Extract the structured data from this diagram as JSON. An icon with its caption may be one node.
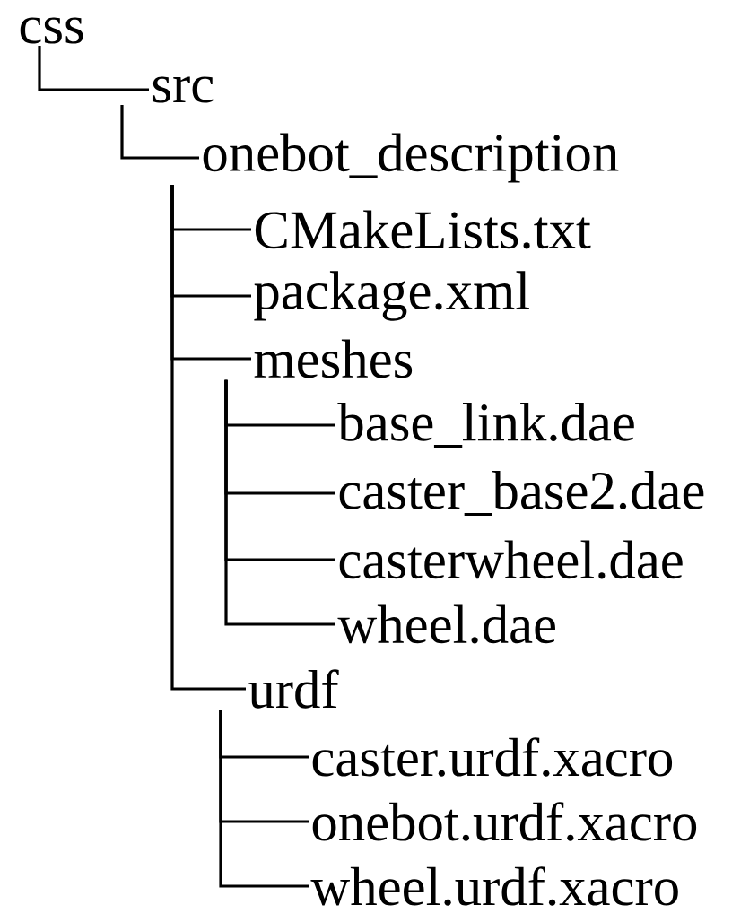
{
  "diagram": {
    "nodes": [
      {
        "text": [
          "css"
        ]
      },
      {
        "text": [
          "src"
        ]
      },
      {
        "text": [
          "onebot_description"
        ]
      },
      {
        "text": [
          "CMakeLists.txt"
        ]
      },
      {
        "text": [
          "package.xml"
        ]
      },
      {
        "text": [
          "meshes"
        ]
      },
      {
        "text": [
          "base_link.dae"
        ]
      },
      {
        "text": [
          "caster_base2.dae"
        ]
      },
      {
        "text": [
          "casterwheel.dae"
        ]
      },
      {
        "text": [
          "wheel.dae"
        ]
      },
      {
        "text": [
          "urdf"
        ]
      },
      {
        "text": [
          "caster.urdf.xacro"
        ]
      },
      {
        "text": [
          "onebot.urdf.xacro"
        ]
      },
      {
        "text": [
          "wheel.urdf.xacro"
        ]
      }
    ],
    "edges": [
      {
        "from": 0,
        "to": 1,
        "arrow": "none"
      },
      {
        "from": 1,
        "to": 2,
        "arrow": "none"
      },
      {
        "from": 2,
        "to": 3,
        "arrow": "none"
      },
      {
        "from": 2,
        "to": 4,
        "arrow": "none"
      },
      {
        "from": 2,
        "to": 5,
        "arrow": "none"
      },
      {
        "from": 2,
        "to": 10,
        "arrow": "none"
      },
      {
        "from": 5,
        "to": 6,
        "arrow": "none"
      },
      {
        "from": 5,
        "to": 7,
        "arrow": "none"
      },
      {
        "from": 5,
        "to": 8,
        "arrow": "none"
      },
      {
        "from": 5,
        "to": 9,
        "arrow": "none"
      },
      {
        "from": 10,
        "to": 11,
        "arrow": "none"
      },
      {
        "from": 10,
        "to": 12,
        "arrow": "none"
      },
      {
        "from": 10,
        "to": 13,
        "arrow": "none"
      }
    ]
  }
}
